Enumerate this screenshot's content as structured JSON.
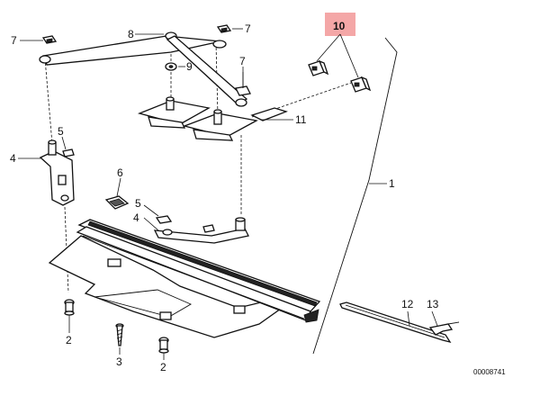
{
  "diagram": {
    "doc_number": "00008741",
    "highlight_color": "#f4a7a7",
    "callouts": {
      "c1": "1",
      "c2a": "2",
      "c2b": "2",
      "c3": "3",
      "c4a": "4",
      "c4b": "4",
      "c5a": "5",
      "c5b": "5",
      "c6": "6",
      "c7a": "7",
      "c7b": "7",
      "c7c": "7",
      "c8": "8",
      "c9": "9",
      "c10": "10",
      "c11": "11",
      "c12": "12",
      "c13": "13"
    }
  }
}
